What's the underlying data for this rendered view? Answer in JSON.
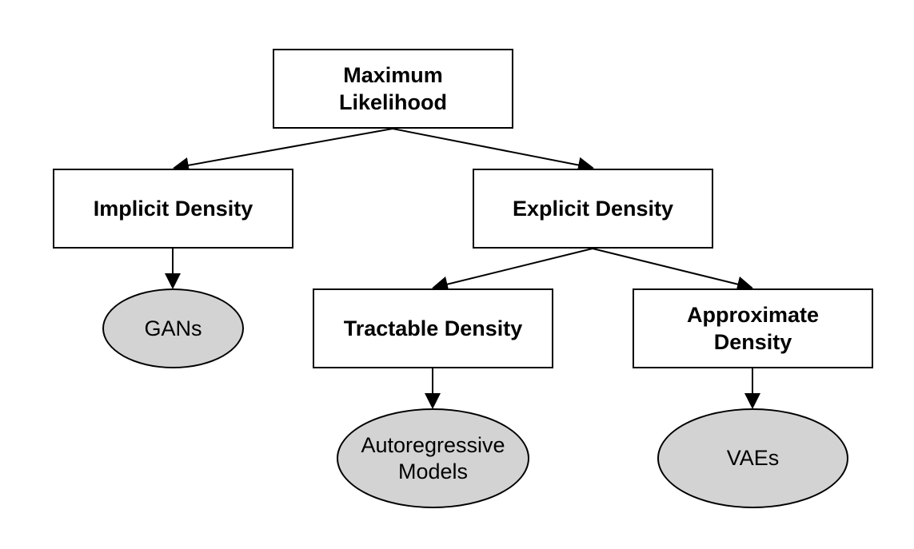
{
  "nodes": {
    "maximum_likelihood": {
      "lines": [
        "Maximum",
        "Likelihood"
      ]
    },
    "implicit_density": {
      "lines": [
        "Implicit Density"
      ]
    },
    "explicit_density": {
      "lines": [
        "Explicit Density"
      ]
    },
    "tractable_density": {
      "lines": [
        "Tractable Density"
      ]
    },
    "approximate_density": {
      "lines": [
        "Approximate",
        "Density"
      ]
    },
    "gans": {
      "lines": [
        "GANs"
      ]
    },
    "autoregressive_models": {
      "lines": [
        "Autoregressive",
        "Models"
      ]
    },
    "vaes": {
      "lines": [
        "VAEs"
      ]
    }
  },
  "edges": [
    {
      "from": "maximum_likelihood",
      "to": "implicit_density"
    },
    {
      "from": "maximum_likelihood",
      "to": "explicit_density"
    },
    {
      "from": "implicit_density",
      "to": "gans"
    },
    {
      "from": "explicit_density",
      "to": "tractable_density"
    },
    {
      "from": "explicit_density",
      "to": "approximate_density"
    },
    {
      "from": "tractable_density",
      "to": "autoregressive_models"
    },
    {
      "from": "approximate_density",
      "to": "vaes"
    }
  ],
  "colors": {
    "box_fill": "#ffffff",
    "ellipse_fill": "#d3d3d3",
    "stroke": "#000000"
  }
}
